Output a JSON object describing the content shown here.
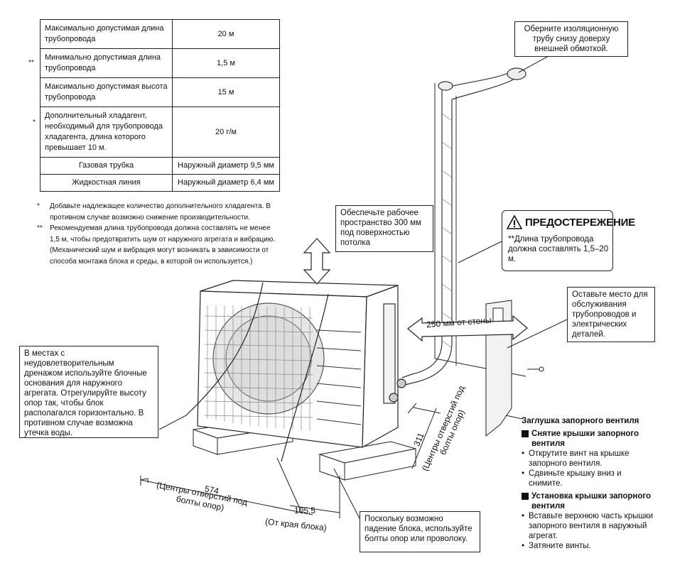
{
  "spec_table": {
    "rows": [
      {
        "mark": "",
        "label": "Максимально допустимая длина трубопровода",
        "value": "20 м"
      },
      {
        "mark": "**",
        "label": "Минимально допустимая длина трубопровода",
        "value": "1,5 м"
      },
      {
        "mark": "",
        "label": "Максимально допустимая высота трубопровода",
        "value": "15 м"
      },
      {
        "mark": "*",
        "label": "Дополнительный хладагент, необходимый для трубопровода хладагента, длина которого превышает 10 м.",
        "value": "20 г/м"
      },
      {
        "mark": "",
        "label": "Газовая трубка",
        "value": "Наружный диаметр 9,5 мм"
      },
      {
        "mark": "",
        "label": "Жидкостная линия",
        "value": "Наружный диаметр 6,4 мм"
      }
    ]
  },
  "notes": [
    {
      "symbol": "*",
      "text": "Добавьте надлежащее количество дополнительного хладагента. В противном случае возможно снижение производительности."
    },
    {
      "symbol": "**",
      "text": "Рекомендуемая длина трубопровода должна составлять не менее 1,5 м, чтобы предотвратить шум от наружного агрегата и вибрацию. (Механический шум и вибрация могут возникать в зависимости от способа монтажа блока и среды, в которой он используется.)"
    }
  ],
  "callouts": {
    "wrap_pipe": "Оберните изоляционную трубу снизу доверху внешней обмоткой.",
    "clearance_top": "Обеспечьте рабочее пространство 300 мм под поверхностью потолка",
    "service_space": "Оставьте место для обслуживания трубопроводов и электрических деталей.",
    "drainage": "В местах с неудовлетворительным дренажом используйте блочные основания для наружного агрегата. Отрегулируйте высоту опор так, чтобы блок располагался горизонтально. В противном случае возможна утечка воды.",
    "anchor": "Поскольку возможно падение блока, используйте болты опор или проволоку."
  },
  "warning": {
    "title": "ПРЕДОСТЕРЕЖЕНИЕ",
    "body": "**Длина трубопровода должна составлять 1,5–20 м."
  },
  "dimensions": {
    "wall": "250 мм от стены",
    "width_value": "574",
    "width_note": "(Центры отверстий под болты опор)",
    "depth_value": "311",
    "depth_note": "(Центры отверстий под болты опор)",
    "edge_value": "105,5",
    "edge_note": "(От края блока)"
  },
  "valve_cover": {
    "title": "Заглушка запорного вентиля",
    "removal_title": "Снятие крышки запорного вентиля",
    "removal_steps": [
      "Открутите винт на крышке запорного вентиля.",
      "Сдвиньте крышку вниз и снимите."
    ],
    "install_title": "Установка крышки запорного вентиля",
    "install_steps": [
      "Вставьте верхнюю часть крышки запорного вентиля в наружный агрегат.",
      "Затяните винты."
    ]
  }
}
